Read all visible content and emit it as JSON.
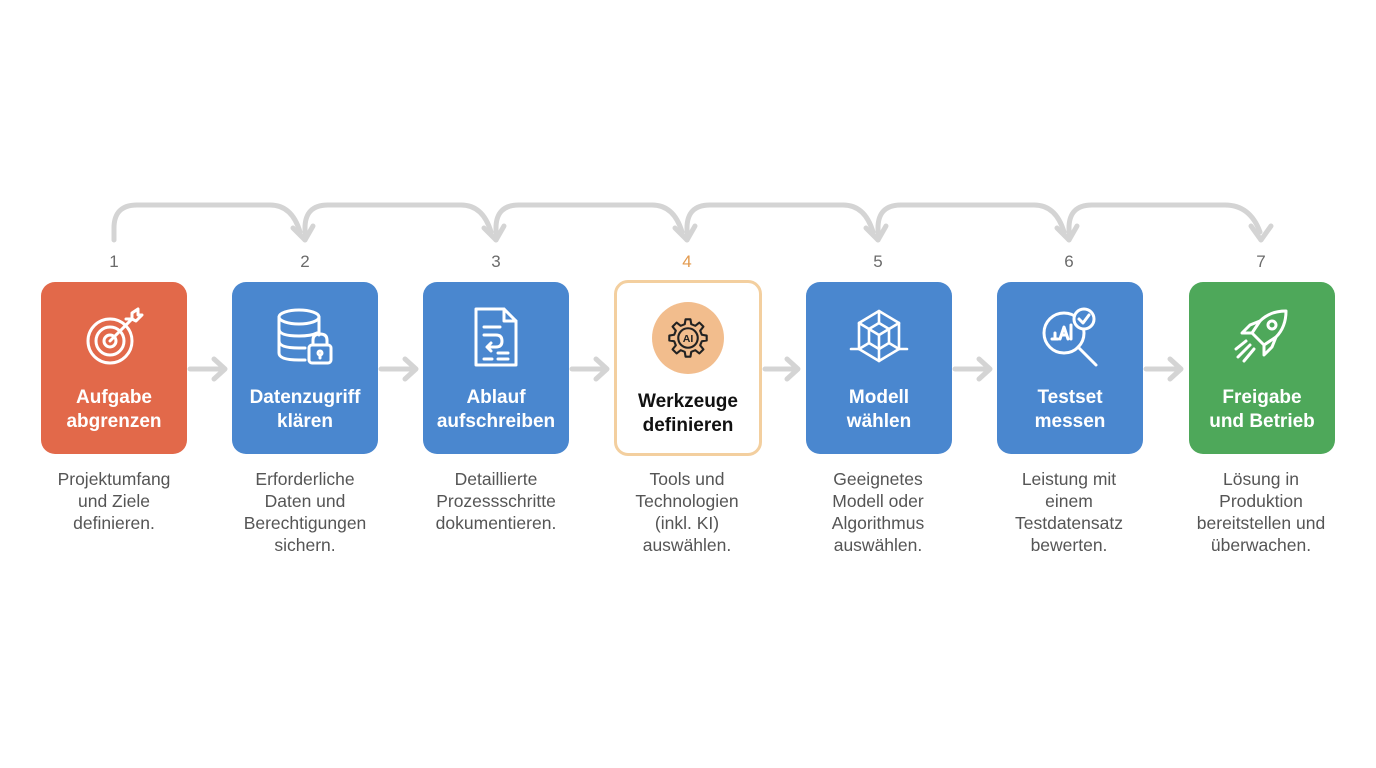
{
  "colors": {
    "orange": "#e2694a",
    "blue": "#4a87cf",
    "green": "#4ea85a",
    "highlight_border": "#f3cf9f",
    "highlight_number": "#e39a4e",
    "connector": "#cfcfcf"
  },
  "steps": [
    {
      "number": "1",
      "title": "Aufgabe\nabgrenzen",
      "description": "Projektumfang\nund Ziele\ndefinieren.",
      "icon": "target-icon",
      "color": "orange"
    },
    {
      "number": "2",
      "title": "Datenzugriff\nklären",
      "description": "Erforderliche\nDaten und\nBerechtigungen\nsichern.",
      "icon": "database-lock-icon",
      "color": "blue"
    },
    {
      "number": "3",
      "title": "Ablauf\naufschreiben",
      "description": "Detaillierte\nProzessschritte\ndokumentieren.",
      "icon": "document-flow-icon",
      "color": "blue"
    },
    {
      "number": "4",
      "title": "Werkzeuge\ndefinieren",
      "description": "Tools und\nTechnologien\n(inkl. KI)\nauswählen.",
      "icon": "ai-gear-icon",
      "color": "white",
      "icon_label": "AI"
    },
    {
      "number": "5",
      "title": "Modell\nwählen",
      "description": "Geeignetes\nModell oder\nAlgorithmus\nauswählen.",
      "icon": "cube-network-icon",
      "color": "blue"
    },
    {
      "number": "6",
      "title": "Testset\nmessen",
      "description": "Leistung mit\neinem\nTestdatensatz\nbewerten.",
      "icon": "magnifier-check-icon",
      "color": "blue"
    },
    {
      "number": "7",
      "title": "Freigabe\nund Betrieb",
      "description": "Lösung in\nProduktion\nbereitstellen und\nüberwachen.",
      "icon": "rocket-icon",
      "color": "green"
    }
  ]
}
